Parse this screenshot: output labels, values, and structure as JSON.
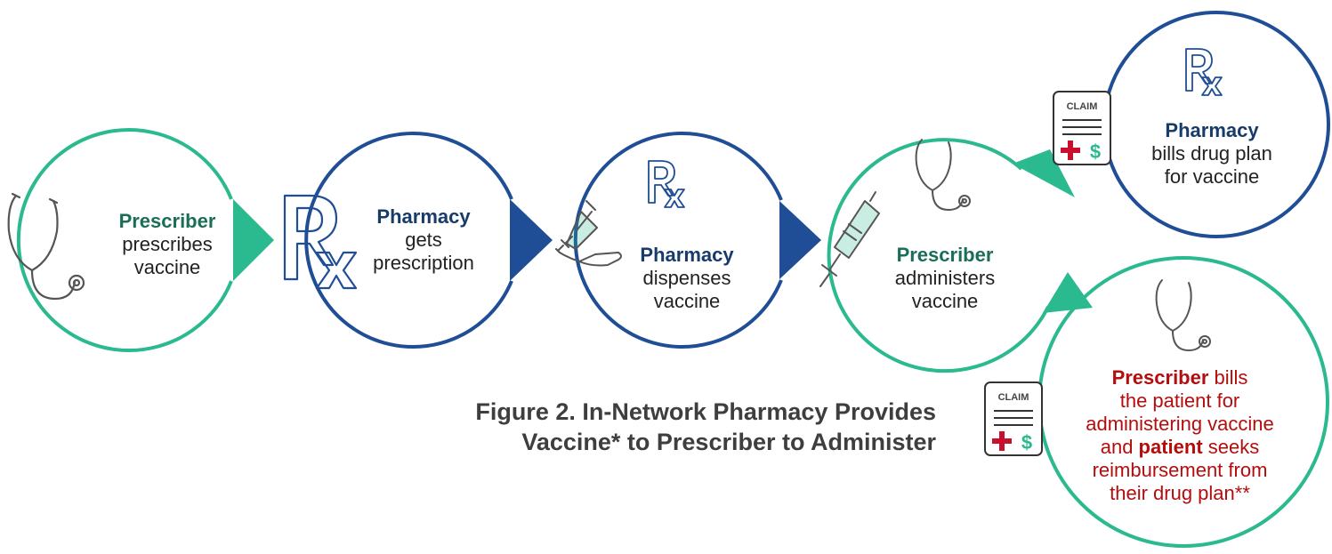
{
  "colors": {
    "green": "#2bb98f",
    "navy": "#1f4e96",
    "text_green": "#1a6e58",
    "text_navy": "#173c6a",
    "text_red": "#b30d0d",
    "caption": "#3e3e3e"
  },
  "steps": [
    {
      "icon": "stethoscope-icon",
      "actor": "Prescriber",
      "lines": [
        "prescribes",
        "vaccine"
      ]
    },
    {
      "icon": "rx-icon",
      "actor": "Pharmacy",
      "lines": [
        "gets",
        "prescription"
      ]
    },
    {
      "icon": "syringe-hand-icon",
      "actor": "Pharmacy",
      "lines": [
        "dispenses",
        "vaccine"
      ]
    },
    {
      "icon": "stethoscope-icon",
      "actor": "Prescriber",
      "lines": [
        "administers",
        "vaccine"
      ]
    }
  ],
  "outcomes": {
    "pharmacy": {
      "icon": "rx-icon",
      "actor": "Pharmacy",
      "lines": [
        "bills drug plan",
        "for vaccine"
      ]
    },
    "prescriber": {
      "icon": "stethoscope-icon",
      "actor": "Prescriber",
      "line1_rest": " bills",
      "line2": "the patient for",
      "line3": "administering vaccine",
      "line4_pre": "and ",
      "line4_bold": "patient",
      "line4_rest": " seeks",
      "line5": "reimbursement from",
      "line6": "their drug plan**"
    }
  },
  "claim_icon": {
    "label": "CLAIM",
    "plus": "+",
    "dollar": "$"
  },
  "caption": {
    "line1": "Figure 2. In-Network Pharmacy Provides",
    "line2": "Vaccine* to Prescriber to Administer"
  }
}
